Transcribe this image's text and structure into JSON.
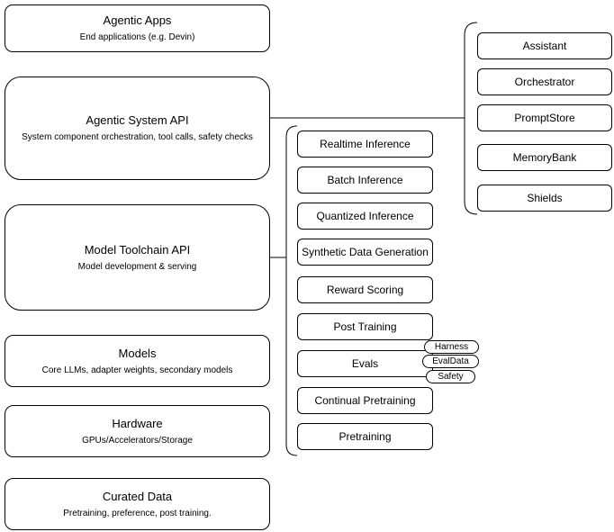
{
  "left_stack": [
    {
      "title": "Agentic Apps",
      "subtitle": "End applications (e.g. Devin)"
    },
    {
      "title": "Agentic System API",
      "subtitle": "System component orchestration, tool calls, safety checks"
    },
    {
      "title": "Model Toolchain API",
      "subtitle": "Model development & serving"
    },
    {
      "title": "Models",
      "subtitle": "Core LLMs, adapter weights, secondary models"
    },
    {
      "title": "Hardware",
      "subtitle": "GPUs/Accelerators/Storage"
    },
    {
      "title": "Curated Data",
      "subtitle": "Pretraining, preference, post training."
    }
  ],
  "toolchain_components": [
    "Realtime Inference",
    "Batch Inference",
    "Quantized Inference",
    "Synthetic Data Generation",
    "Reward Scoring",
    "Post Training",
    "Evals",
    "Continual Pretraining",
    "Pretraining"
  ],
  "evals_tags": [
    "Harness",
    "EvalData",
    "Safety"
  ],
  "agentic_components": [
    "Assistant",
    "Orchestrator",
    "PromptStore",
    "MemoryBank",
    "Shields"
  ],
  "colors": {
    "border": "#000000",
    "fill": "#ffffff",
    "text": "#000000",
    "background": "#ffffff"
  }
}
